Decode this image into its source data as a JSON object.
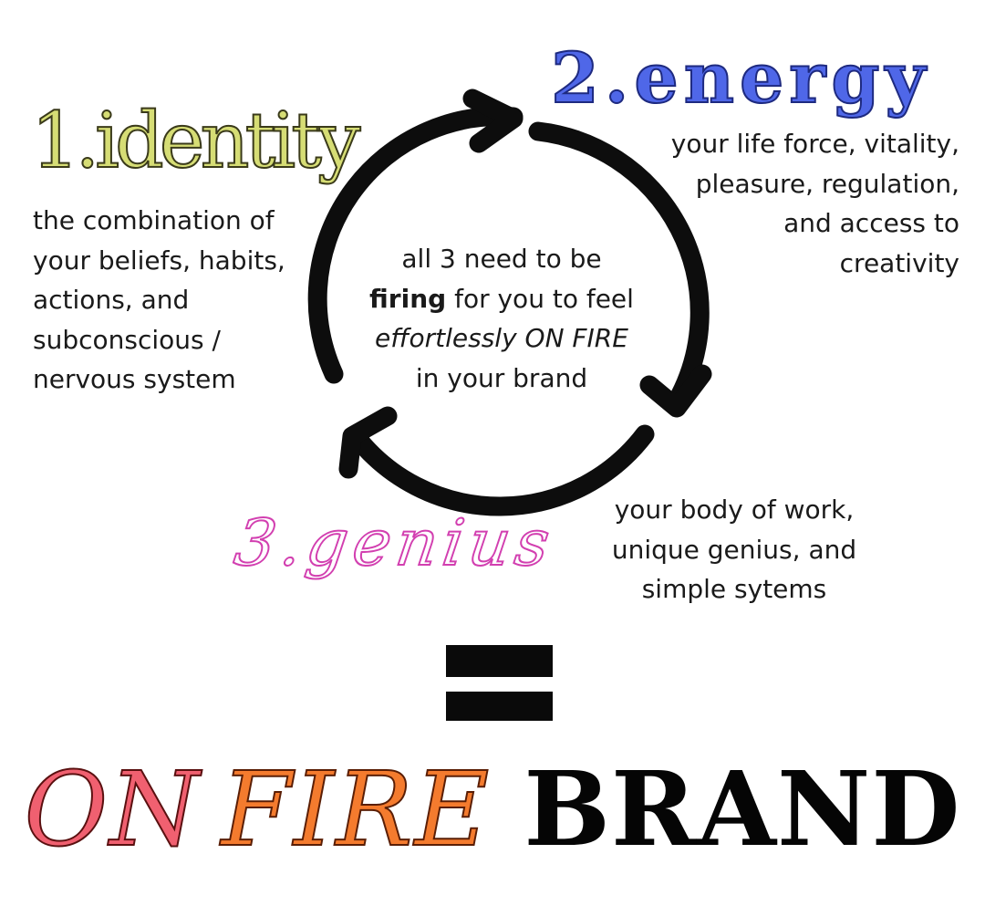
{
  "identity": {
    "heading": "1.identity",
    "lines": [
      "the combination of",
      "your beliefs, habits,",
      "actions, and",
      "subconscious /",
      "nervous system"
    ]
  },
  "energy": {
    "heading": "2.energy",
    "lines": [
      "your life force, vitality,",
      "pleasure, regulation,",
      "and access to",
      "creativity"
    ]
  },
  "genius": {
    "heading": "3.genius",
    "lines": [
      "your body of work,",
      "unique genius, and",
      "simple sytems"
    ]
  },
  "center": {
    "line1": "all 3 need to be",
    "line2_bold": "firing",
    "line2_rest": " for you to feel",
    "line3": "effortlessly ON FIRE",
    "line4": "in your brand"
  },
  "footer": {
    "on": "ON",
    "fire": "FIRE",
    "brand": "BRAND"
  },
  "colors": {
    "identity": "#d6dd75",
    "energy": "#4f67e8",
    "genius": "#d23fb0",
    "on": "#f06070",
    "fire": "#f47b2e",
    "brand": "#050505"
  }
}
